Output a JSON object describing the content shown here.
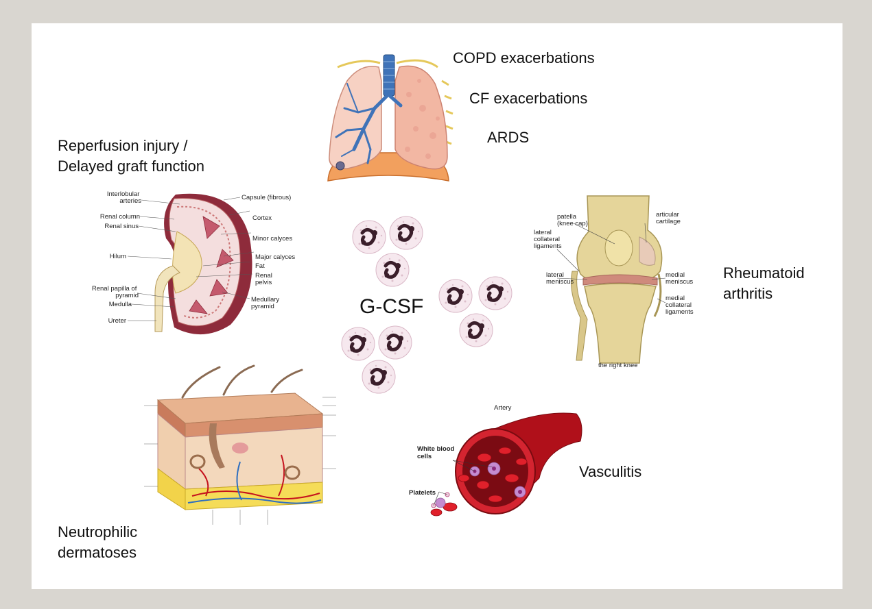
{
  "lung_labels": [
    "COPD exacerbations",
    "CF exacerbations",
    "ARDS"
  ],
  "kidney_title": [
    "Reperfusion injury /",
    "Delayed graft function"
  ],
  "kidney_parts": {
    "interlobular_arteries": [
      "Interlobular",
      "arteries"
    ],
    "renal_column": "Renal column",
    "renal_sinus": "Renal sinus",
    "hilum": "Hilum",
    "renal_papilla": [
      "Renal papilla of",
      "pyramid"
    ],
    "medulla": "Medulla",
    "ureter": "Ureter",
    "capsule": "Capsule (fibrous)",
    "cortex": "Cortex",
    "minor_calyces": "Minor calyces",
    "major_calyces": "Major calyces",
    "fat": "Fat",
    "renal_pelvis": [
      "Renal",
      "pelvis"
    ],
    "medullary_pyramid": [
      "Medullary",
      "pyramid"
    ]
  },
  "center_label": "G-CSF",
  "knee_title": [
    "Rheumatoid",
    "arthritis"
  ],
  "knee_parts": {
    "patella": [
      "patella",
      "(knee cap)"
    ],
    "articular_cartilage": [
      "articular",
      "cartilage"
    ],
    "lateral_collateral": [
      "lateral",
      "collateral",
      "ligaments"
    ],
    "lateral_meniscus": [
      "lateral",
      "meniscus"
    ],
    "medial_meniscus": [
      "medial",
      "meniscus"
    ],
    "medial_collateral": [
      "medial",
      "collateral",
      "ligaments"
    ],
    "caption": "the right knee"
  },
  "vessel_title": "Vasculitis",
  "vessel_parts": {
    "artery": "Artery",
    "white_blood_cells": [
      "White blood",
      "cells"
    ],
    "platelets": "Platelets"
  },
  "skin_title": [
    "Neutrophilic",
    "dermatoses"
  ],
  "colors": {
    "background": "#d9d6d0",
    "slide": "#ffffff",
    "lung_tissue": "#f2b7a3",
    "kidney_outer": "#8e2b3b",
    "blood": "#c5121d",
    "bone": "#e5d59a",
    "skin": "#e8b38f",
    "neutrophil_nucleus": "#3a1e2a"
  }
}
